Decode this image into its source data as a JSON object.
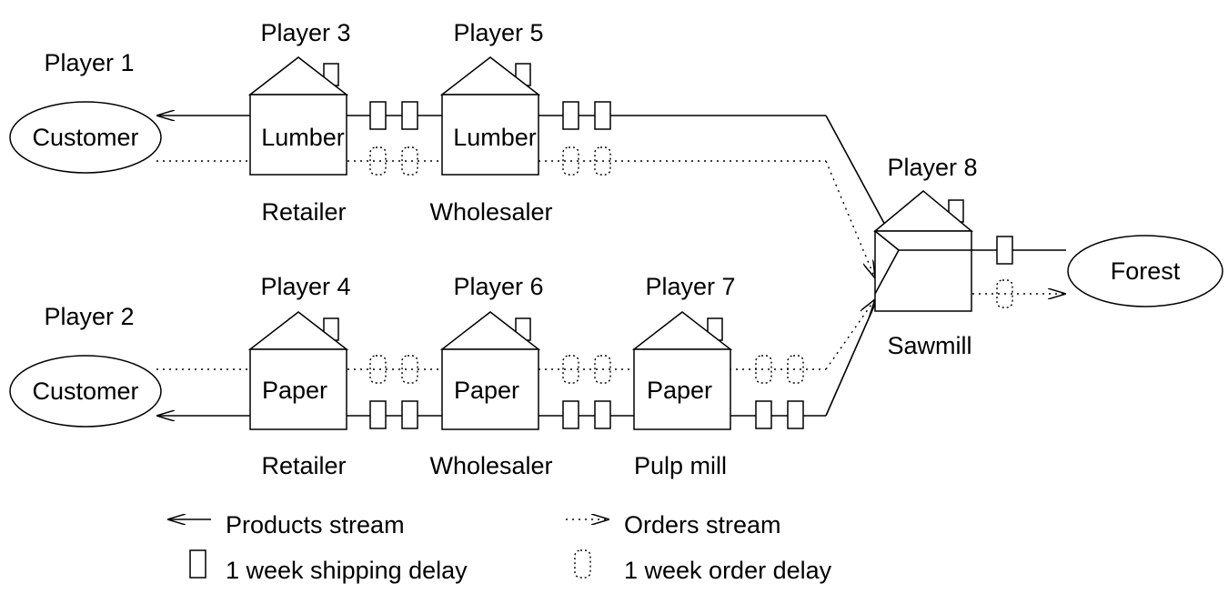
{
  "players": {
    "p1": "Player 1",
    "p2": "Player 2",
    "p3": "Player 3",
    "p4": "Player 4",
    "p5": "Player 5",
    "p6": "Player 6",
    "p7": "Player 7",
    "p8": "Player 8"
  },
  "nodes": {
    "customer_top": "Customer",
    "customer_bottom": "Customer",
    "forest": "Forest"
  },
  "houses": {
    "lumber_retailer": {
      "label": "Lumber",
      "role": "Retailer"
    },
    "lumber_wholesaler": {
      "label": "Lumber",
      "role": "Wholesaler"
    },
    "paper_retailer": {
      "label": "Paper",
      "role": "Retailer"
    },
    "paper_wholesaler": {
      "label": "Paper",
      "role": "Wholesaler"
    },
    "pulp_mill": {
      "label": "Paper",
      "role": "Pulp mill"
    },
    "sawmill": {
      "role": "Sawmill"
    }
  },
  "legend": {
    "products": "Products stream",
    "orders": "Orders stream",
    "shipping": "1 week shipping delay",
    "order_delay": "1 week order delay"
  }
}
